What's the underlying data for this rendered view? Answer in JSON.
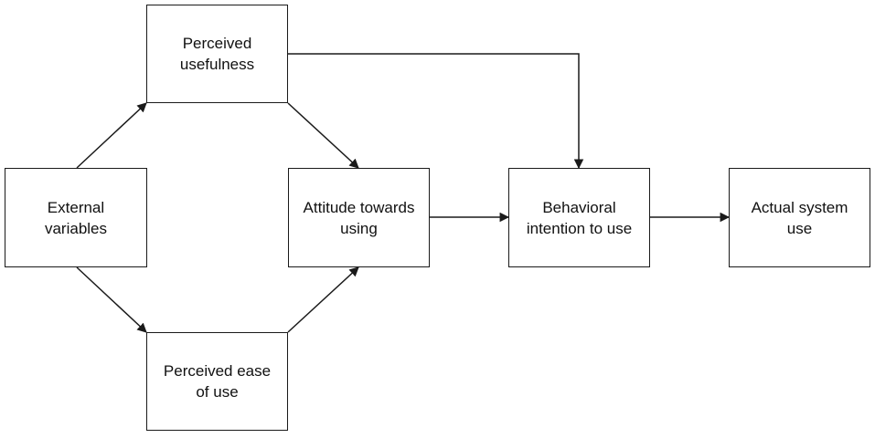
{
  "diagram": {
    "nodes": {
      "external_variables": {
        "label": "External\nvariables"
      },
      "perceived_usefulness": {
        "label": "Perceived\nusefulness"
      },
      "perceived_ease_of_use": {
        "label": "Perceived ease\nof use"
      },
      "attitude_towards_using": {
        "label": "Attitude towards\nusing"
      },
      "behavioral_intention": {
        "label": "Behavioral\nintention to use"
      },
      "actual_system_use": {
        "label": "Actual system\nuse"
      }
    },
    "edges": [
      {
        "from": "external_variables",
        "to": "perceived_usefulness"
      },
      {
        "from": "external_variables",
        "to": "perceived_ease_of_use"
      },
      {
        "from": "perceived_usefulness",
        "to": "attitude_towards_using"
      },
      {
        "from": "perceived_ease_of_use",
        "to": "attitude_towards_using"
      },
      {
        "from": "perceived_usefulness",
        "to": "behavioral_intention"
      },
      {
        "from": "attitude_towards_using",
        "to": "behavioral_intention"
      },
      {
        "from": "behavioral_intention",
        "to": "actual_system_use"
      }
    ],
    "colors": {
      "stroke": "#1a1a1a",
      "text": "#111111",
      "background": "#ffffff"
    }
  }
}
